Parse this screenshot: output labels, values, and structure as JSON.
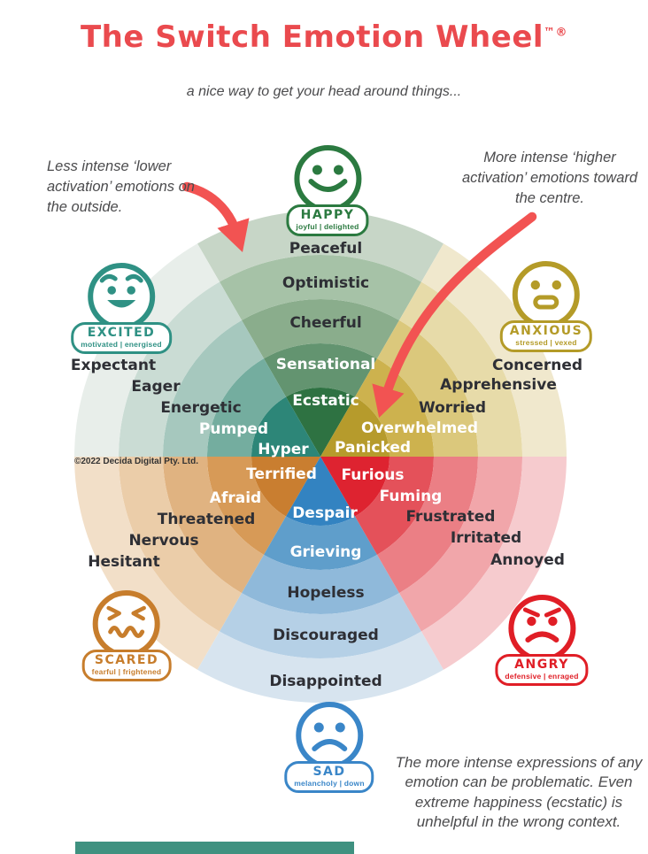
{
  "title": {
    "main": "The Switch Emotion Wheel",
    "sup": "™®"
  },
  "subtitle": "a nice way to get your head around things...",
  "annotations": {
    "left": "Less intense ‘lower activation’ emotions on the outside.",
    "right": "More intense ‘higher activation’ emotions toward the centre."
  },
  "copyright": "©2022 Decida Digital Pty. Ltd.",
  "footnote": "The more intense expressions of any emotion can be problematic. Even extreme happiness (ecstatic) is unhelpful in the wrong context.",
  "colors": {
    "title_red": "#ea4a4e",
    "arrow_red": "#f25352",
    "text_dark": "#2e2f35",
    "annotation_gray": "#4b4b4d",
    "teal_bar": "#3f9180"
  },
  "wheel": {
    "wedges": [
      {
        "name": "HAPPY",
        "sublabel": "joyful | delighted",
        "color": "#2b7a40",
        "bands_inner_to_outer": [
          "#2e7242",
          "#639470",
          "#8aad8c",
          "#a6c2a7",
          "#c7d6c7"
        ],
        "levels_inner_to_outer": [
          "Ecstatic",
          "Sensational",
          "Cheerful",
          "Optimistic",
          "Peaceful"
        ]
      },
      {
        "name": "EXCITED",
        "sublabel": "motivated | energised",
        "color": "#2f9184",
        "bands_inner_to_outer": [
          "#2d8678",
          "#74ad9f",
          "#a6c8be",
          "#cadcd4",
          "#e8eeea"
        ],
        "levels_inner_to_outer": [
          "Hyper",
          "Pumped",
          "Energetic",
          "Eager",
          "Expectant"
        ]
      },
      {
        "name": "ANXIOUS",
        "sublabel": "stressed | vexed",
        "color": "#b49b28",
        "bands_inner_to_outer": [
          "#b69b2c",
          "#cdb24e",
          "#dbc87c",
          "#e7dba9",
          "#f0e8cd"
        ],
        "levels_inner_to_outer": [
          "Panicked",
          "Overwhelmed",
          "Worried",
          "Apprehensive",
          "Concerned"
        ]
      },
      {
        "name": "SCARED",
        "sublabel": "fearful | frightened",
        "color": "#c77d2c",
        "bands_inner_to_outer": [
          "#c97e30",
          "#d79a57",
          "#e0b381",
          "#ebcda9",
          "#f2dfc8"
        ],
        "levels_inner_to_outer": [
          "Terrified",
          "Afraid",
          "Threatened",
          "Nervous",
          "Hesitant"
        ]
      },
      {
        "name": "SAD",
        "sublabel": "melancholy | down",
        "color": "#3a86c8",
        "bands_inner_to_outer": [
          "#3383c1",
          "#5f9ecb",
          "#8fb9da",
          "#b5d0e6",
          "#d7e4ef"
        ],
        "levels_inner_to_outer": [
          "Despair",
          "Grieving",
          "Hopeless",
          "Discouraged",
          "Disappointed"
        ]
      },
      {
        "name": "ANGRY",
        "sublabel": "defensive | enraged",
        "color": "#e01e26",
        "bands_inner_to_outer": [
          "#de2330",
          "#e4515a",
          "#eb7f85",
          "#f1a6aa",
          "#f6cbce"
        ],
        "levels_inner_to_outer": [
          "Furious",
          "Fuming",
          "Frustrated",
          "Irritated",
          "Annoyed"
        ]
      }
    ]
  }
}
